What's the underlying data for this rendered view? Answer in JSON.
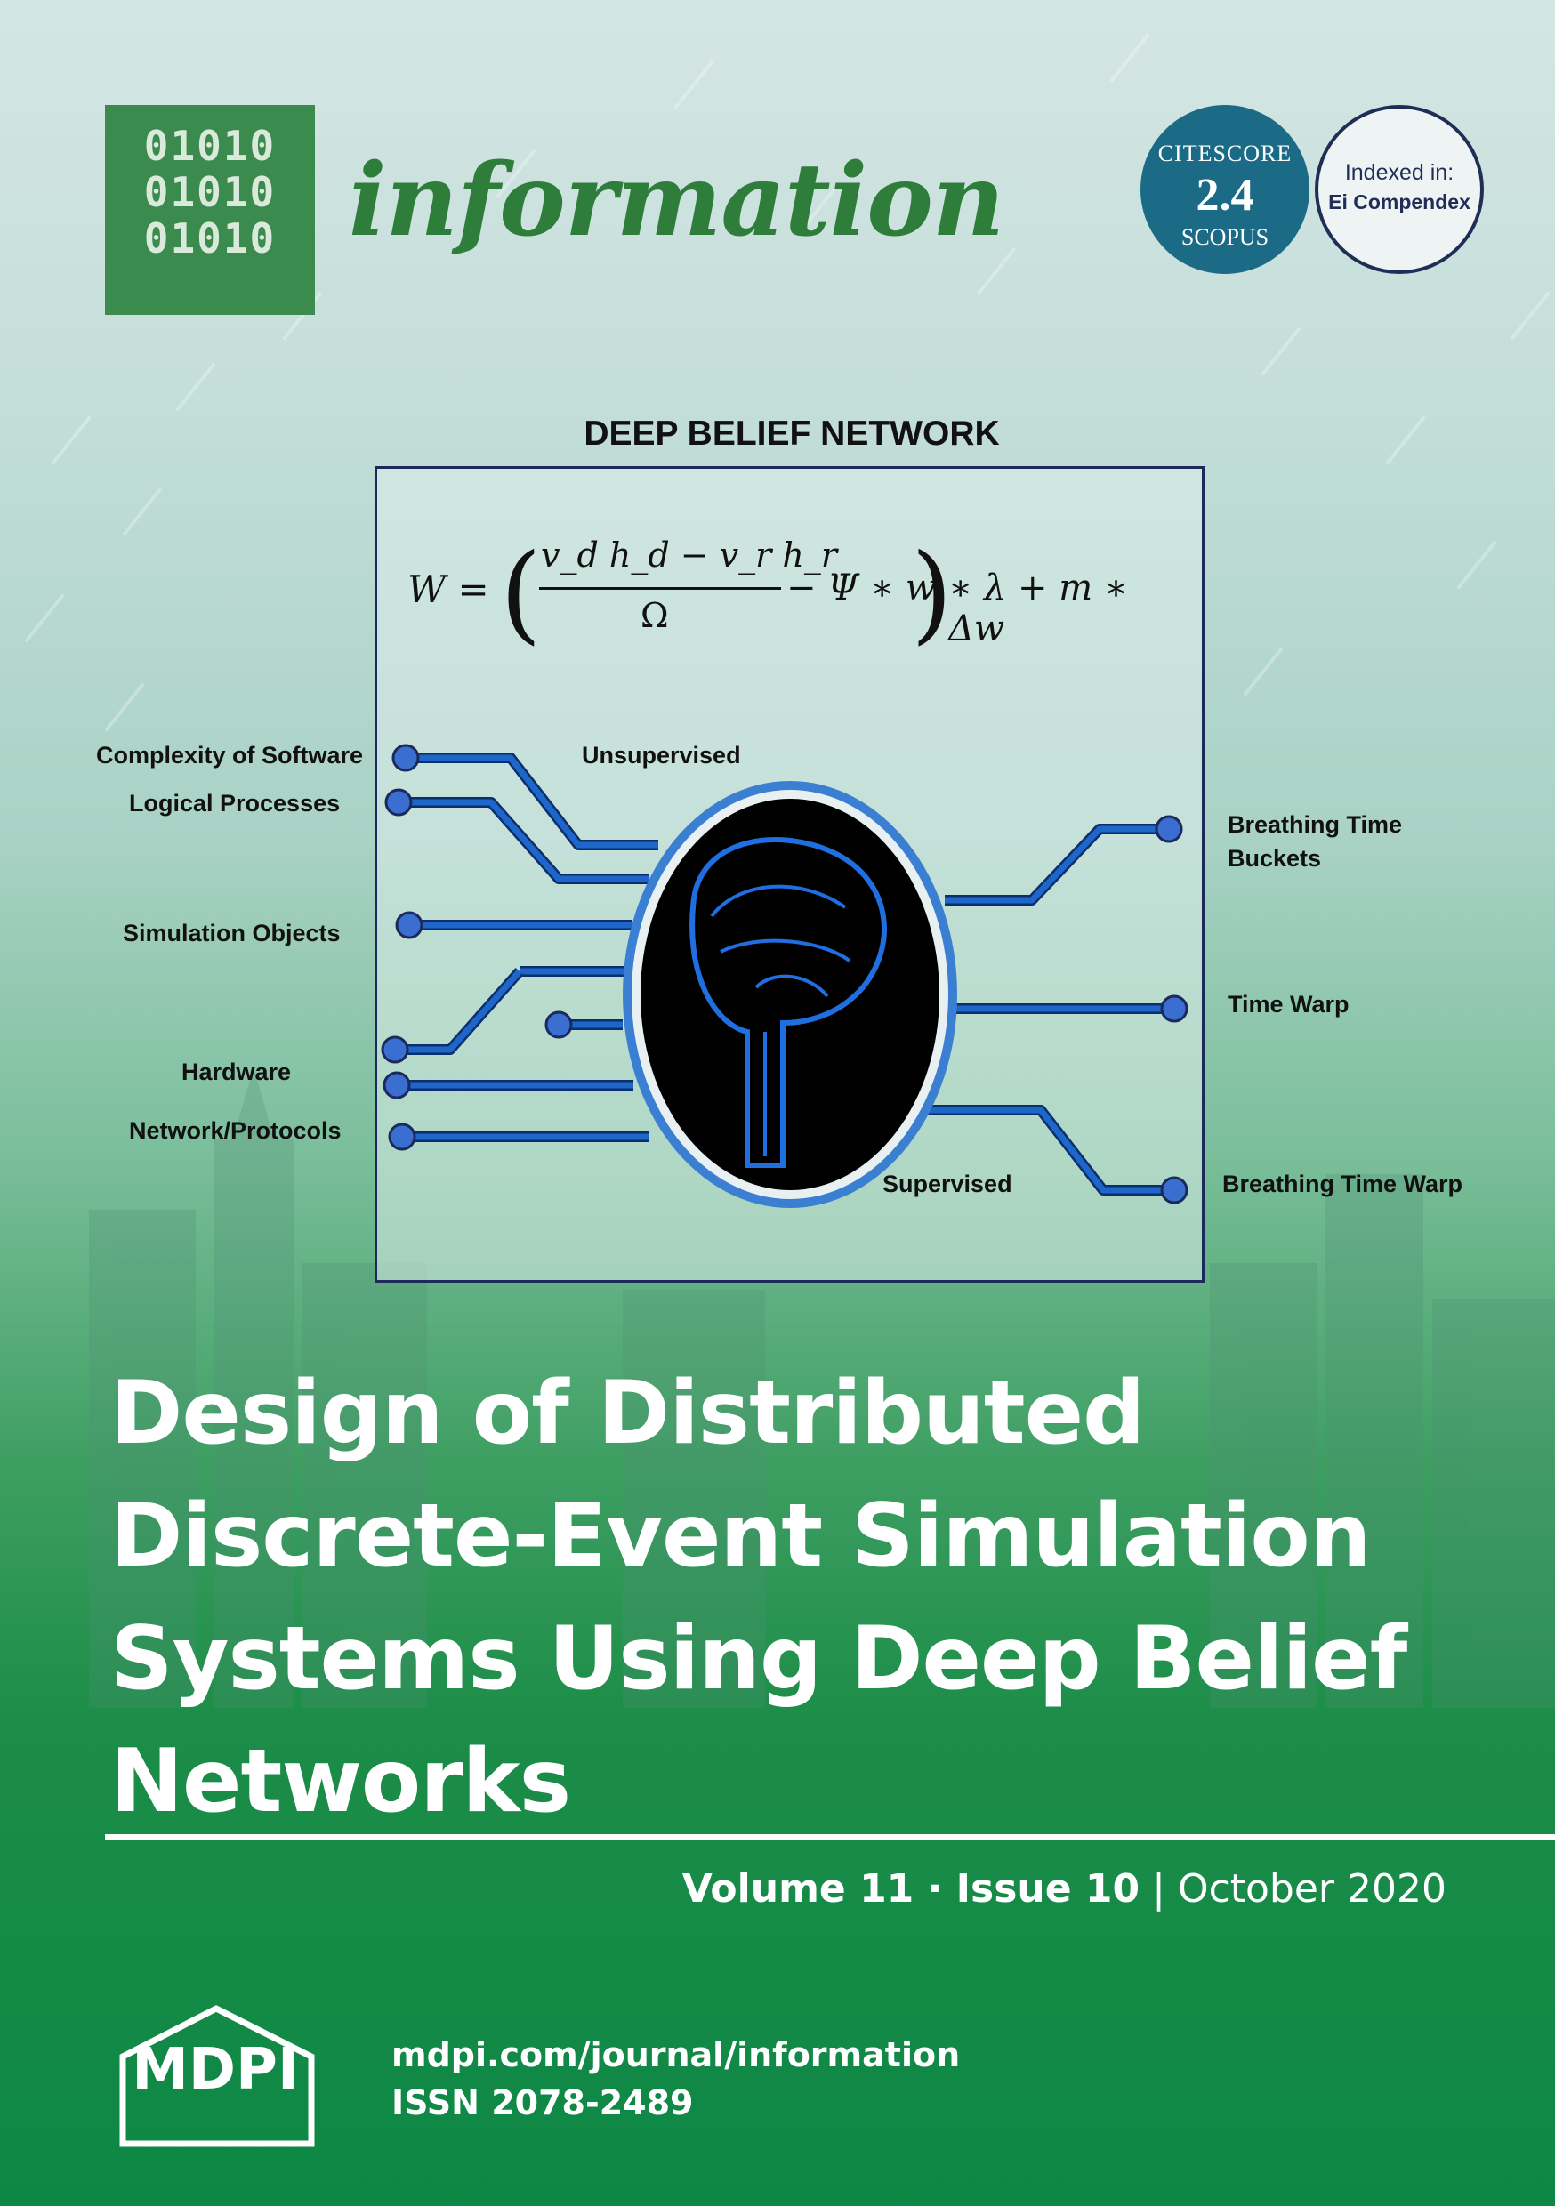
{
  "journal": {
    "logo_lines": [
      "01010",
      "01010",
      "01010"
    ],
    "name": "information"
  },
  "badges": {
    "citescore_label": "CITESCORE",
    "citescore_value": "2.4",
    "citescore_source": "SCOPUS",
    "indexed_label": "Indexed in:",
    "indexed_value": "Ei Compendex"
  },
  "figure": {
    "title": "DEEP BELIEF NETWORK",
    "formula_lhs": "W =",
    "formula_numerator": "v_d h_d − v_r h_r",
    "formula_denominator": "Ω",
    "formula_rest": "− Ψ ∗ w",
    "formula_tail": "∗ λ + m ∗ Δw",
    "labels": {
      "complexity": "Complexity of Software",
      "logical": "Logical Processes",
      "simulation": "Simulation Objects",
      "hardware": "Hardware",
      "network": "Network/Protocols",
      "unsupervised": "Unsupervised",
      "supervised": "Supervised",
      "breathing_buckets_1": "Breathing Time",
      "breathing_buckets_2": "Buckets",
      "time_warp": "Time Warp",
      "breathing_warp": "Breathing Time Warp"
    },
    "colors": {
      "wire": "#1e66c9",
      "node": "#3a6fd1",
      "frame": "#1b2a5a"
    }
  },
  "title_lines": [
    "Design of Distributed",
    "Discrete-Event Simulation",
    "Systems Using Deep Belief",
    "Networks"
  ],
  "issue": {
    "volume": "Volume 11",
    "separator": " · ",
    "issue": "Issue 10",
    "pipe": " | ",
    "date": "October 2020"
  },
  "footer": {
    "publisher": "MDPI",
    "url": "mdpi.com/journal/information",
    "issn": "ISSN 2078-2489"
  }
}
